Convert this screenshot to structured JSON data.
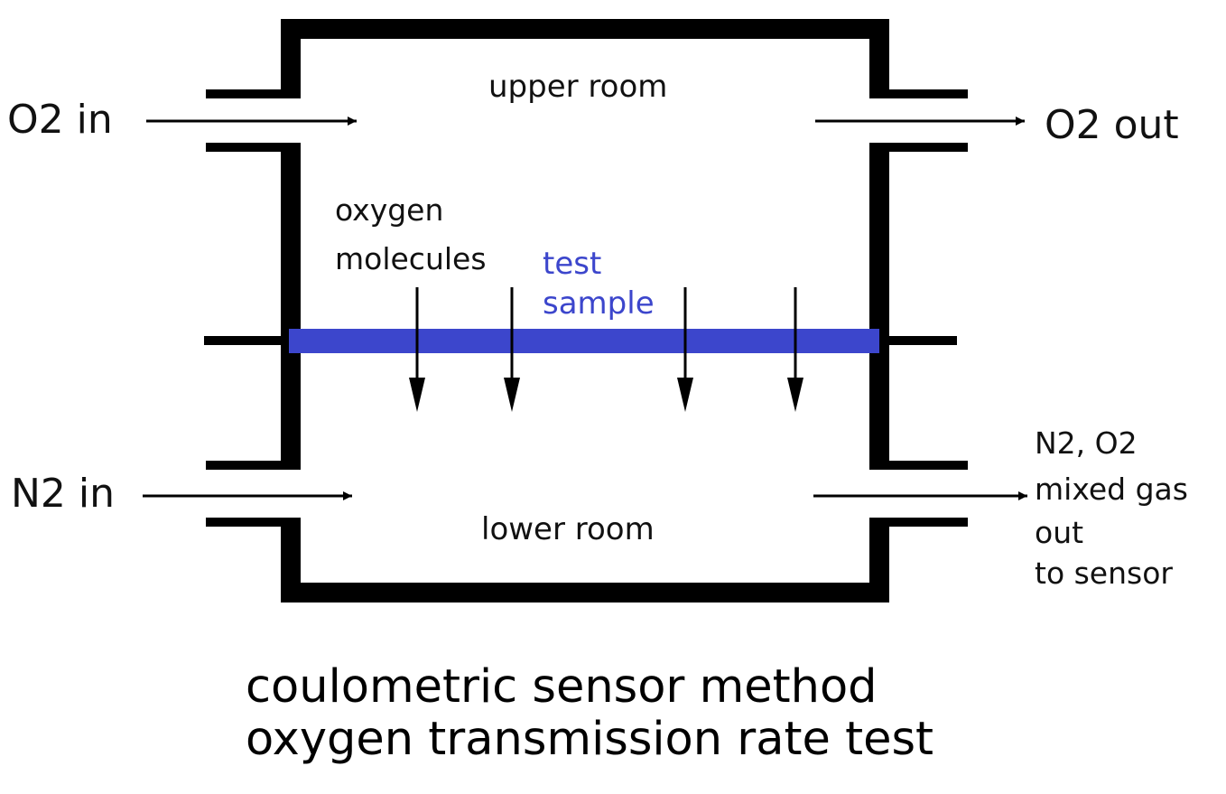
{
  "colors": {
    "stroke": "#000000",
    "sample": "#3c46cc",
    "text": "#111111"
  },
  "labels": {
    "o2_in": "O2 in",
    "o2_out": "O2 out",
    "n2_in": "N2 in",
    "upper_room": "upper room",
    "lower_room": "lower room",
    "oxygen_molecules": [
      "oxygen",
      "molecules"
    ],
    "test_sample": [
      "test",
      "sample"
    ],
    "mixed_out": [
      "N2, O2",
      "mixed gas",
      "out",
      "to sensor"
    ]
  },
  "caption": {
    "line1": "coulometric sensor method",
    "line2": "oxygen transmission rate test"
  }
}
